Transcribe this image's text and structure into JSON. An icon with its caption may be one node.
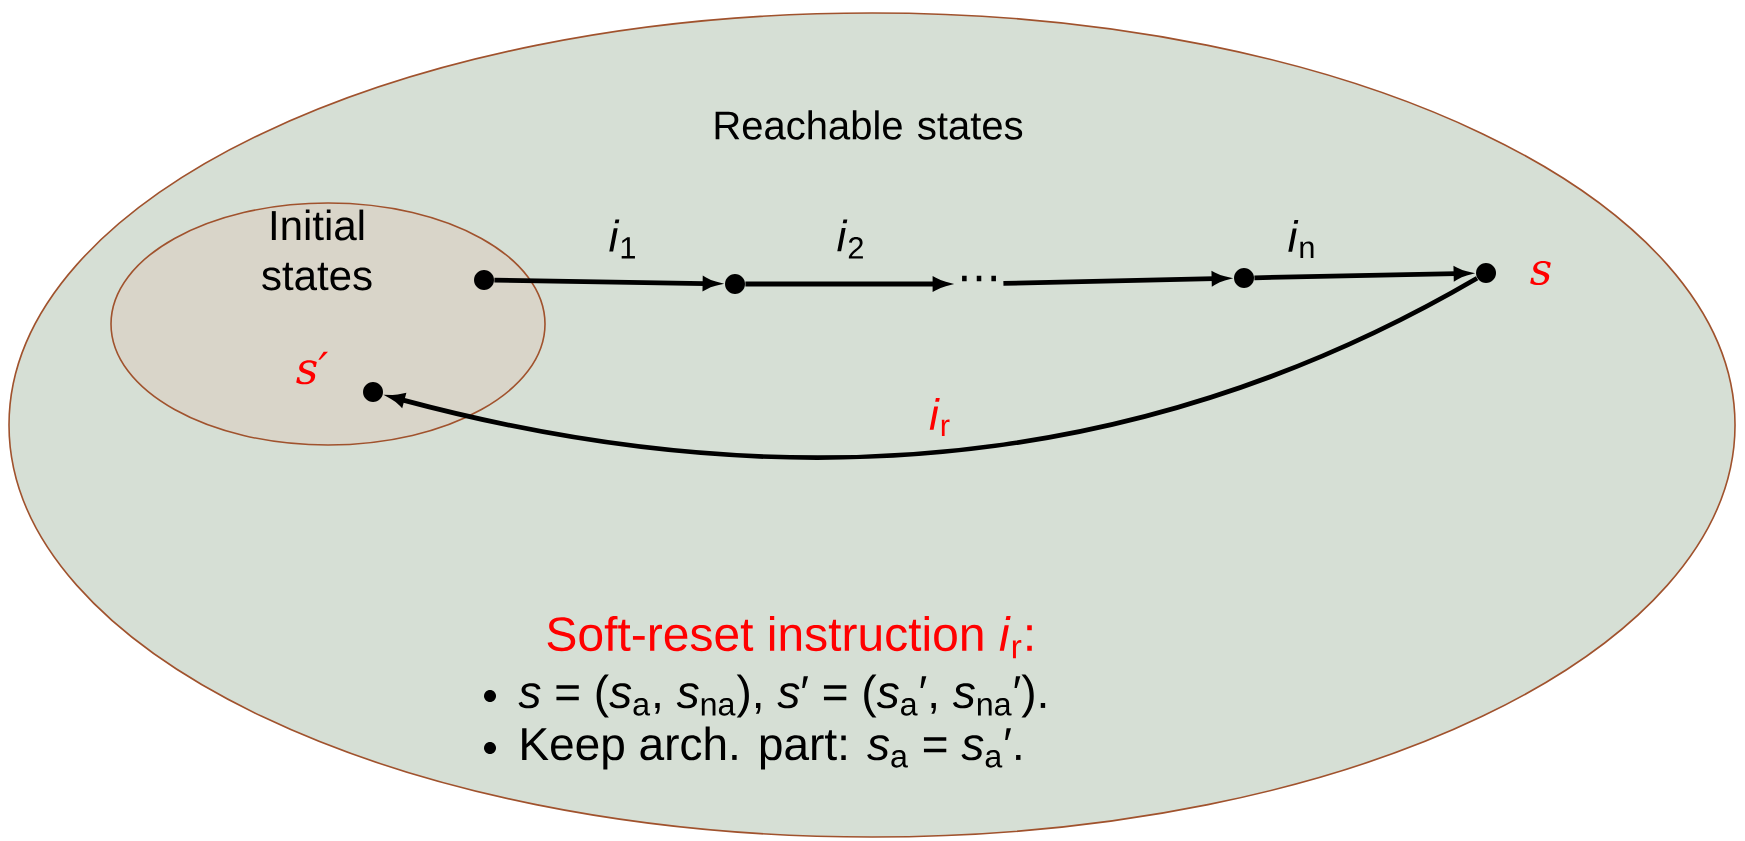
{
  "diagram": {
    "nodes": [
      {
        "text": [
          "Reachable states"
        ]
      },
      {
        "text": [
          "Initial states"
        ],
        "in": 0
      },
      {
        "text": [],
        "shape": "circle",
        "in": 1
      },
      {
        "text": [],
        "shape": "circle",
        "in": 0
      },
      {
        "text": [
          "⋯"
        ],
        "in": 0
      },
      {
        "text": [],
        "shape": "circle",
        "in": 0
      },
      {
        "text": [],
        "shape": "circle",
        "in": 0,
        "beside": [
          "s"
        ]
      },
      {
        "text": [],
        "shape": "circle",
        "in": 1,
        "beside": [
          "s′"
        ]
      }
    ],
    "edges": [
      {
        "from": 2,
        "to": 3,
        "arrow": "to",
        "label": "*i*$_{1}$"
      },
      {
        "from": 3,
        "to": 4,
        "arrow": "to",
        "label": "*i*$_{2}$"
      },
      {
        "from": 4,
        "to": 5,
        "arrow": "to"
      },
      {
        "from": 5,
        "to": 6,
        "arrow": "to",
        "label": "*i*$_{n}$"
      },
      {
        "from": 6,
        "to": 7,
        "arrow": "to",
        "label": "*i*$_{r}$"
      }
    ],
    "labels": [
      "Soft-reset instruction *i*$_{r}$:",
      "*s* = (*s*$_{a}$, *s*$_{na}$), *s*′ = (*s*$_{a}$′, *s*$_{na}$′).",
      "Keep arch. part: *s*$_{a}$ = *s*$_{a}$′."
    ]
  }
}
